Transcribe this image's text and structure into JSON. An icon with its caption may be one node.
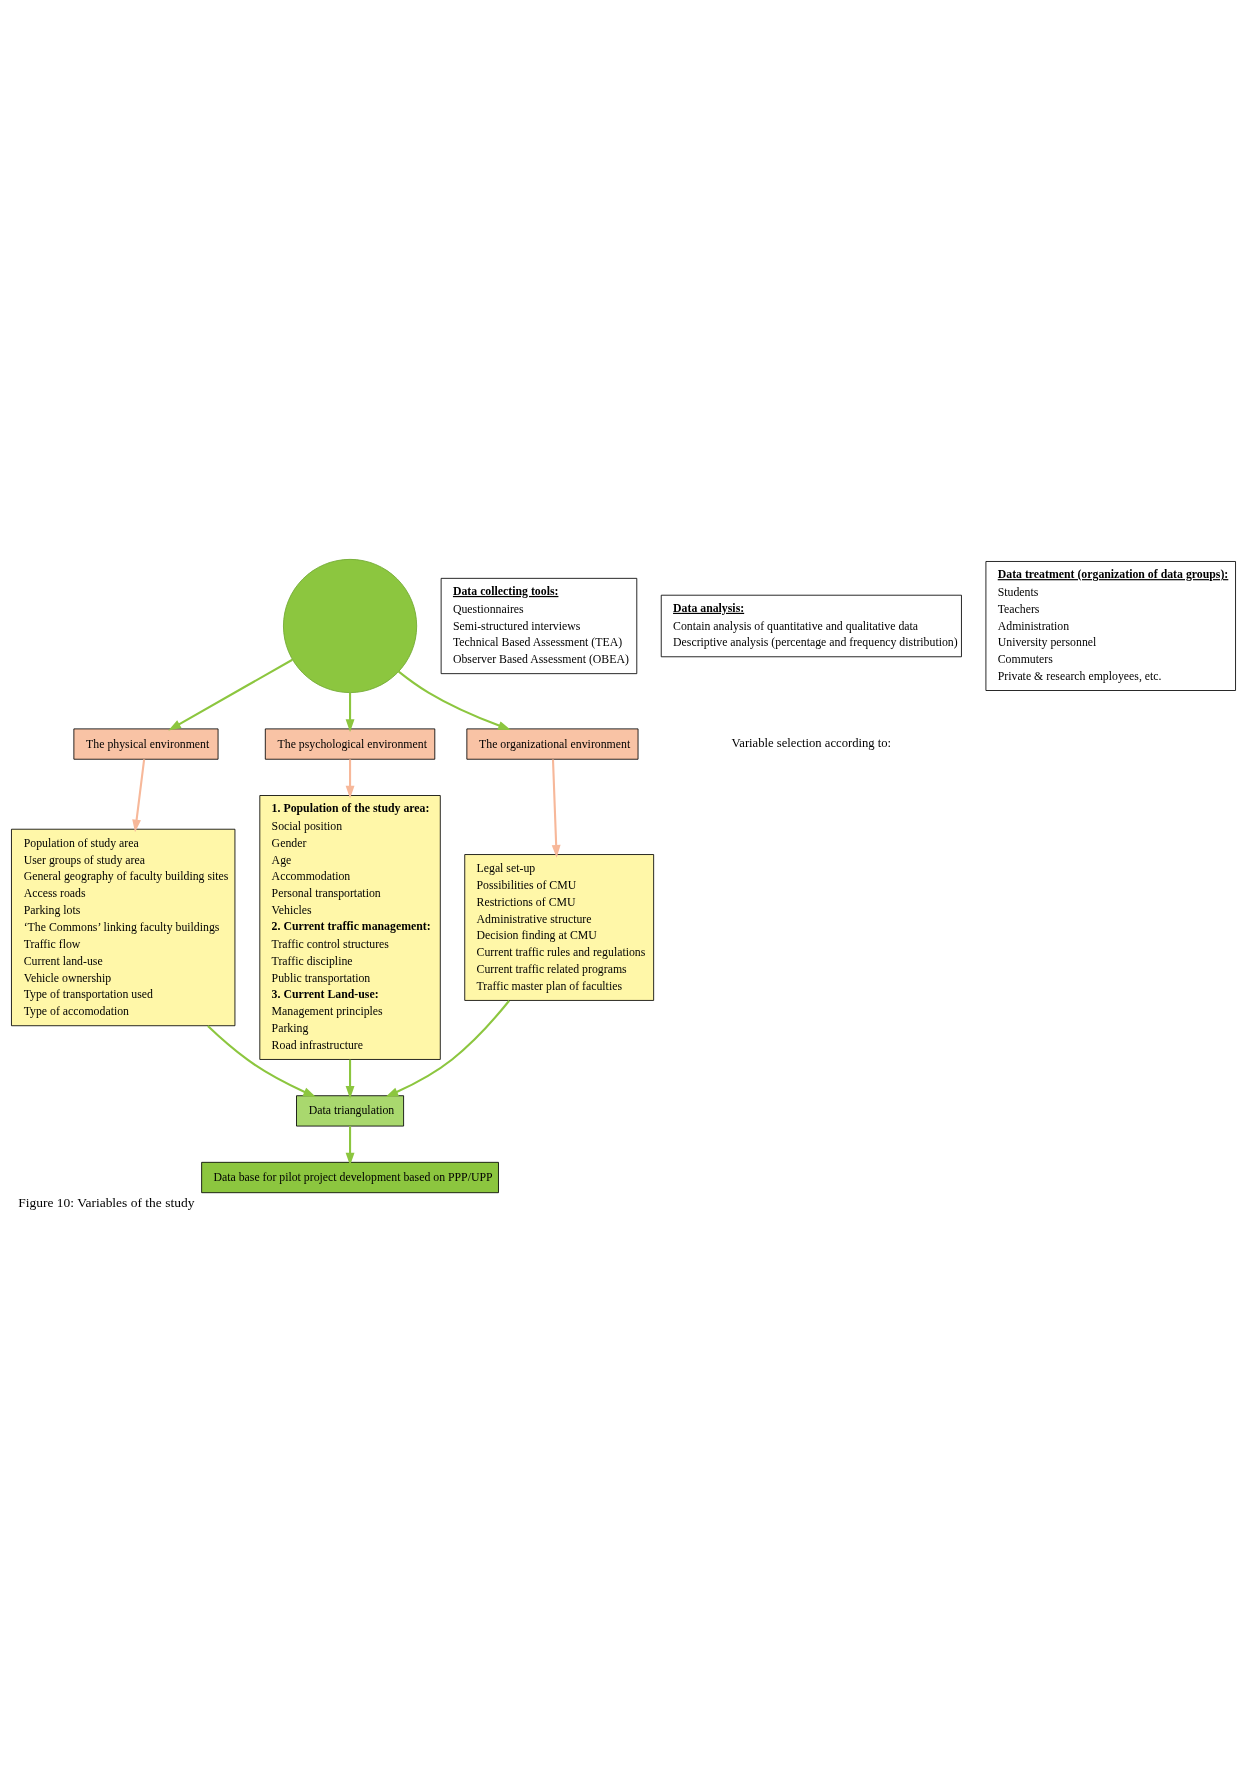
{
  "diagram": {
    "caption": "Figure 10: Variables of the study",
    "nodes": [
      {
        "text": [],
        "shape": "circle"
      },
      {
        "text": [
          "Data collecting tools:",
          "Questionnaires",
          "Semi-structured interviews",
          "Technical Based Assessment (TEA)",
          "Observer Based Assessment (OBEA)"
        ]
      },
      {
        "text": [
          "Data analysis:",
          "Contain analysis of quantitative and qualitative data",
          "Descriptive analysis (percentage and frequency distribution)"
        ]
      },
      {
        "text": [
          "Data treatment (organization of data groups):",
          "Students",
          "Teachers",
          "Administration",
          "University personnel",
          "Commuters",
          "Private & research employees, etc."
        ]
      },
      {
        "text": [
          "The physical environment"
        ]
      },
      {
        "text": [
          "The psychological environment"
        ]
      },
      {
        "text": [
          "The organizational environment"
        ]
      },
      {
        "text": [
          "Population of study area",
          "User groups of study area",
          "General geography of faculty building sites",
          "Access roads",
          "Parking lots",
          "‘The Commons’ linking faculty buildings",
          "Traffic flow",
          "Current land-use",
          "Vehicle ownership",
          "Type of transportation used",
          "Type of accomodation"
        ]
      },
      {
        "text": [
          "1. Population of the study area:",
          "Social position",
          "Gender",
          "Age",
          "Accommodation",
          "Personal transportation",
          "Vehicles",
          "2. Current traffic management:",
          "Traffic control structures",
          "Traffic discipline",
          "Public transportation",
          "3. Current Land-use:",
          "Management principles",
          "Parking",
          "Road infrastructure"
        ]
      },
      {
        "text": [
          "Legal set-up",
          "Possibilities of CMU",
          "Restrictions of CMU",
          "Administrative structure",
          "Decision finding at CMU",
          "Current traffic rules and regulations",
          "Current traffic related programs",
          "Traffic master plan of faculties"
        ]
      },
      {
        "text": [
          "Data triangulation"
        ]
      },
      {
        "text": [
          "Data base for pilot project development based on PPP/UPP"
        ]
      }
    ],
    "edges": [
      {
        "from": 0,
        "to": 4,
        "arrow": "to"
      },
      {
        "from": 0,
        "to": 5,
        "arrow": "to"
      },
      {
        "from": 0,
        "to": 6,
        "arrow": "to"
      },
      {
        "from": 4,
        "to": 7,
        "arrow": "to",
        "color": "#f7b89a"
      },
      {
        "from": 5,
        "to": 8,
        "arrow": "to",
        "color": "#f7b89a"
      },
      {
        "from": 6,
        "to": 9,
        "arrow": "to",
        "color": "#f7b89a"
      },
      {
        "from": 7,
        "to": 10,
        "arrow": "to"
      },
      {
        "from": 8,
        "to": 10,
        "arrow": "to"
      },
      {
        "from": 9,
        "to": 10,
        "arrow": "to"
      },
      {
        "from": 10,
        "to": 11,
        "arrow": "to"
      }
    ],
    "labels": [
      "Variable selection according to:"
    ]
  }
}
